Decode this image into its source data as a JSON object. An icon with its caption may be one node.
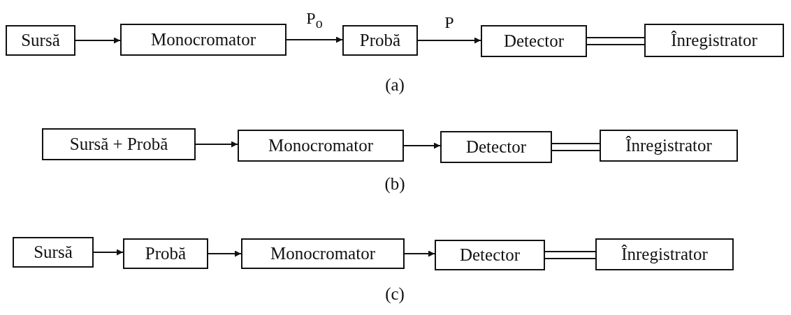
{
  "diagram": {
    "nodes": [
      {
        "text": [
          "Sursă"
        ]
      },
      {
        "text": [
          "Monocromator"
        ]
      },
      {
        "text": [
          "Probă"
        ]
      },
      {
        "text": [
          "Detector"
        ]
      },
      {
        "text": [
          "Înregistrator"
        ]
      },
      {
        "text": [
          "Sursă + Probă"
        ]
      },
      {
        "text": [
          "Monocromator"
        ]
      },
      {
        "text": [
          "Detector"
        ]
      },
      {
        "text": [
          "Înregistrator"
        ]
      },
      {
        "text": [
          "Sursă"
        ]
      },
      {
        "text": [
          "Probă"
        ]
      },
      {
        "text": [
          "Monocromator"
        ]
      },
      {
        "text": [
          "Detector"
        ]
      },
      {
        "text": [
          "Înregistrator"
        ]
      }
    ],
    "edges": [
      {
        "from": 0,
        "to": 1,
        "arrow": "to"
      },
      {
        "from": 1,
        "to": 2,
        "arrow": "to",
        "label": "P$_{o}$"
      },
      {
        "from": 2,
        "to": 3,
        "arrow": "to",
        "label": "P"
      },
      {
        "from": 3,
        "to": 4,
        "arrow": "none"
      },
      {
        "from": 5,
        "to": 6,
        "arrow": "to"
      },
      {
        "from": 6,
        "to": 7,
        "arrow": "to"
      },
      {
        "from": 7,
        "to": 8,
        "arrow": "none"
      },
      {
        "from": 9,
        "to": 10,
        "arrow": "to"
      },
      {
        "from": 10,
        "to": 11,
        "arrow": "to"
      },
      {
        "from": 11,
        "to": 12,
        "arrow": "to"
      },
      {
        "from": 12,
        "to": 13,
        "arrow": "none"
      }
    ],
    "labels": [
      "(a)",
      "(b)",
      "(c)"
    ]
  }
}
